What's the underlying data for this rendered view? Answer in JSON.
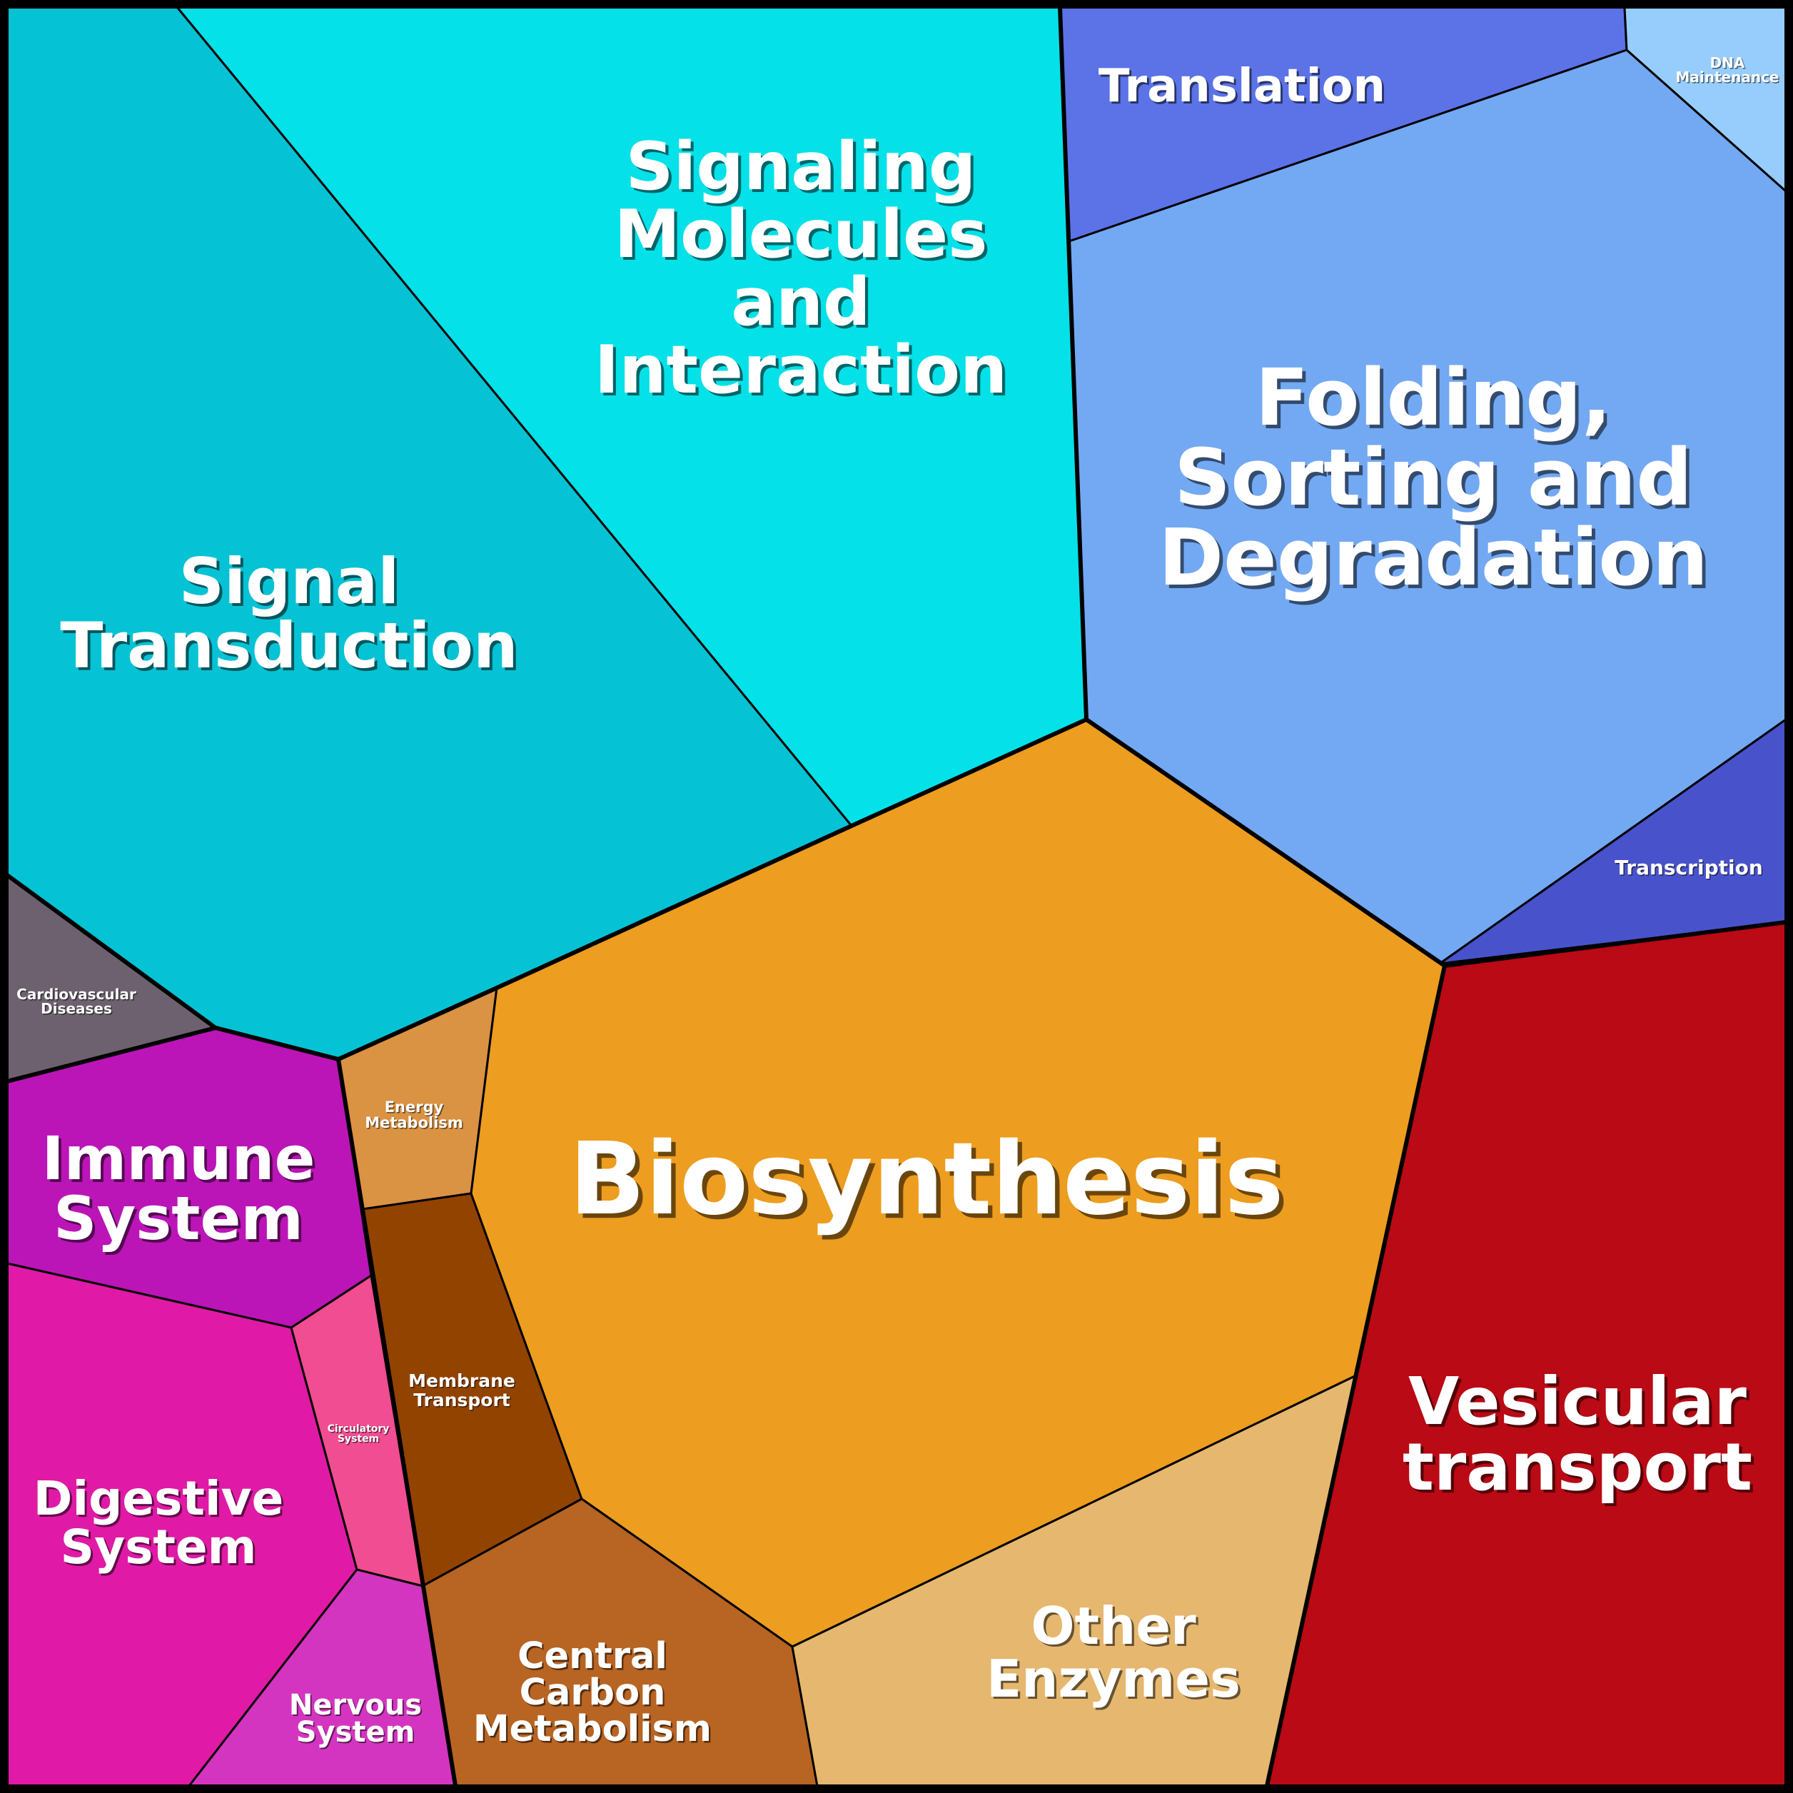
{
  "cells": [
    {
      "id": "signaling-molecules",
      "label": [
        "Signaling",
        "Molecules",
        "and",
        "Interaction"
      ],
      "color": "#04E1E8"
    },
    {
      "id": "signal-transduction",
      "label": [
        "Signal",
        "Transduction"
      ],
      "color": "#05C3D4"
    },
    {
      "id": "translation",
      "label": [
        "Translation"
      ],
      "color": "#5B73E7"
    },
    {
      "id": "dna-maintenance",
      "label": [
        "DNA",
        "Maintenance"
      ],
      "color": "#97CDFC"
    },
    {
      "id": "folding-sorting-degradation",
      "label": [
        "Folding,",
        "Sorting and",
        "Degradation"
      ],
      "color": "#73A9F3"
    },
    {
      "id": "transcription",
      "label": [
        "Transcription"
      ],
      "color": "#4853CB"
    },
    {
      "id": "cardiovascular-diseases",
      "label": [
        "Cardiovascular",
        "Diseases"
      ],
      "color": "#6D606F"
    },
    {
      "id": "immune-system",
      "label": [
        "Immune",
        "System"
      ],
      "color": "#BB15B8"
    },
    {
      "id": "digestive-system",
      "label": [
        "Digestive",
        "System"
      ],
      "color": "#E01AA6"
    },
    {
      "id": "circulatory-system",
      "label": [
        "Circulatory",
        "System"
      ],
      "color": "#F04D92"
    },
    {
      "id": "nervous-system",
      "label": [
        "Nervous",
        "System"
      ],
      "color": "#D435C0"
    },
    {
      "id": "energy-metabolism",
      "label": [
        "Energy",
        "Metabolism"
      ],
      "color": "#DA9243"
    },
    {
      "id": "membrane-transport",
      "label": [
        "Membrane",
        "Transport"
      ],
      "color": "#924300"
    },
    {
      "id": "biosynthesis",
      "label": [
        "Biosynthesis"
      ],
      "color": "#ED9D1F"
    },
    {
      "id": "central-carbon-metabolism",
      "label": [
        "Central",
        "Carbon",
        "Metabolism"
      ],
      "color": "#B86423"
    },
    {
      "id": "other-enzymes",
      "label": [
        "Other",
        "Enzymes"
      ],
      "color": "#E6B76E"
    },
    {
      "id": "vesicular-transport",
      "label": [
        "Vesicular",
        "transport"
      ],
      "color": "#B90A15"
    }
  ]
}
